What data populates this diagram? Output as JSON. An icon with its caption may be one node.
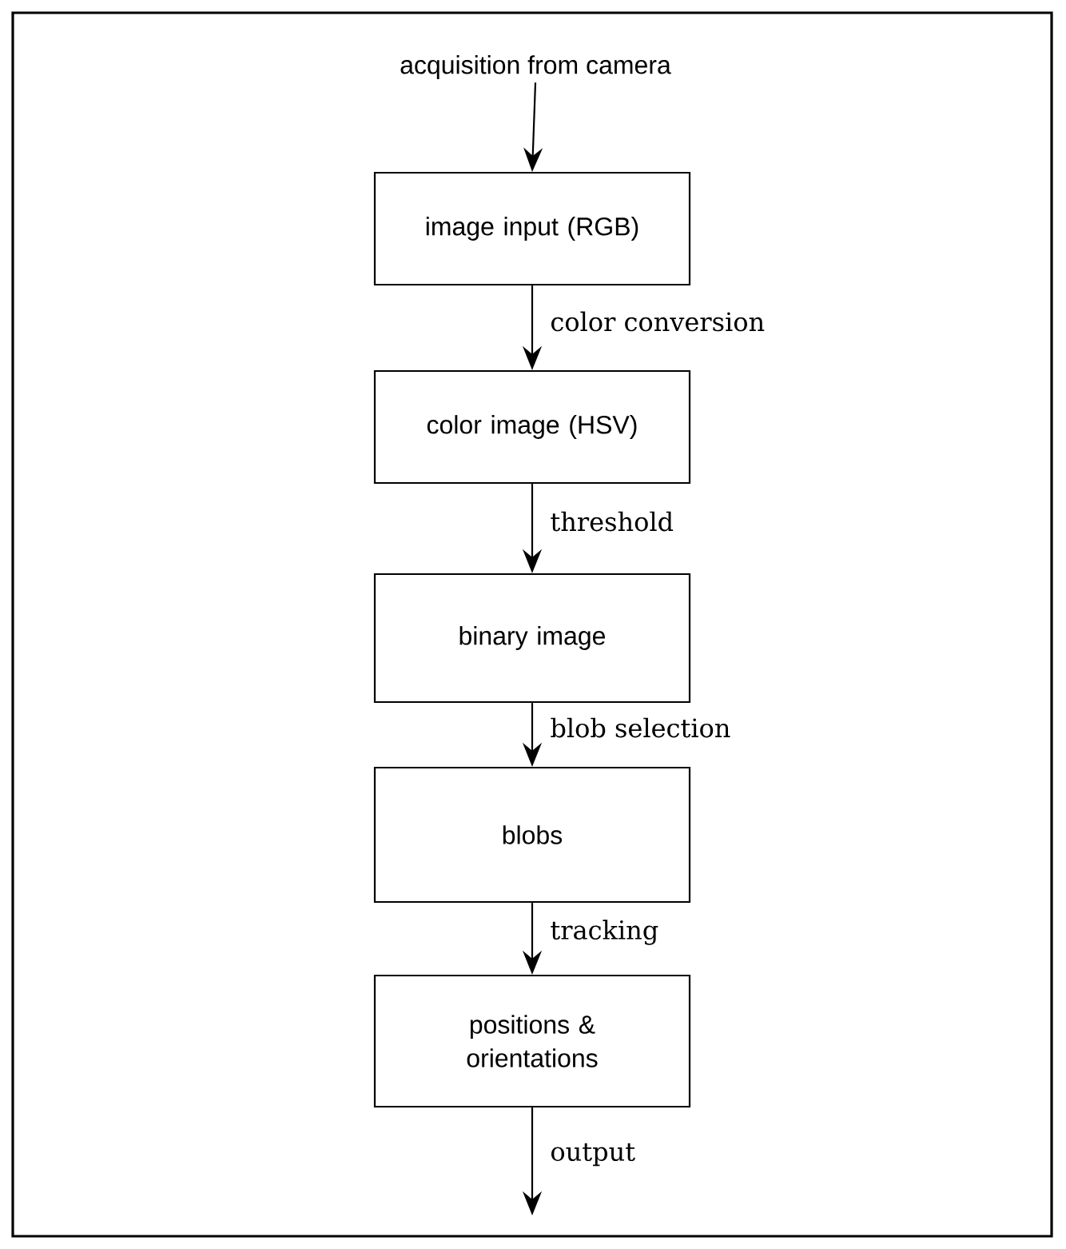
{
  "diagram": {
    "nodes": [
      {
        "text": [
          "acquisition from camera"
        ]
      },
      {
        "text": [
          "image input (RGB)"
        ]
      },
      {
        "text": [
          "color image (HSV)"
        ]
      },
      {
        "text": [
          "binary image"
        ]
      },
      {
        "text": [
          "blobs"
        ]
      },
      {
        "text": [
          "positions & orientations"
        ]
      }
    ],
    "edges": [
      {
        "from": 0,
        "to": 1,
        "arrow": "to"
      },
      {
        "from": 1,
        "to": 2,
        "arrow": "to",
        "label": "color conversion"
      },
      {
        "from": 2,
        "to": 3,
        "arrow": "to",
        "label": "threshold"
      },
      {
        "from": 3,
        "to": 4,
        "arrow": "to",
        "label": "blob selection"
      },
      {
        "from": 4,
        "to": 5,
        "arrow": "to",
        "label": "tracking"
      },
      {
        "from": 5,
        "to": null,
        "arrow": "to",
        "label": "output"
      }
    ]
  }
}
